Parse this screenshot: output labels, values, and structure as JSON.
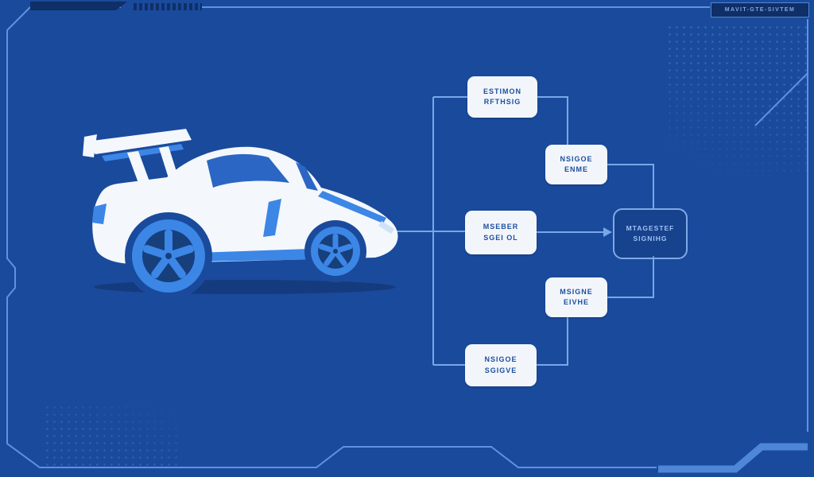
{
  "frame": {
    "top_right_label": "MAVIT-GTE-SIVTEM"
  },
  "car": {
    "illustration": "white-and-blue sports car with large rear wing, blue wheels, facing right"
  },
  "diagram": {
    "nodes": [
      {
        "id": "node-top",
        "line1": "ESTIMON",
        "line2": "RFTHSIG"
      },
      {
        "id": "node-upper-right",
        "line1": "NSIGOE",
        "line2": "ENME"
      },
      {
        "id": "node-middle",
        "line1": "MSEBER",
        "line2": "SGEI OL"
      },
      {
        "id": "node-lower-right",
        "line1": "MSIGNE",
        "line2": "EIVHE"
      },
      {
        "id": "node-bottom",
        "line1": "NSIGOE",
        "line2": "SGIGVE"
      },
      {
        "id": "node-output",
        "line1": "MTAGESTEF",
        "line2": "SIGNIHG"
      }
    ],
    "edges": [
      {
        "from": "car",
        "to": "node-middle"
      },
      {
        "from": "left-bus",
        "to": "node-top"
      },
      {
        "from": "left-bus",
        "to": "node-middle"
      },
      {
        "from": "left-bus",
        "to": "node-bottom"
      },
      {
        "from": "node-top",
        "to": "node-upper-right"
      },
      {
        "from": "node-upper-right",
        "to": "node-output"
      },
      {
        "from": "node-middle",
        "to": "node-output",
        "arrow": true
      },
      {
        "from": "node-bottom",
        "to": "node-lower-right"
      },
      {
        "from": "node-lower-right",
        "to": "node-output"
      }
    ]
  },
  "colors": {
    "background": "#1A4A9C",
    "frame": "#5E93E0",
    "frame_dark": "#0F2F66",
    "wire": "#79A7E8",
    "node_fill": "#F2F6FB",
    "node_text": "#1E4FA0",
    "accent_blue": "#3C86E6",
    "car_body": "#F4F7FB",
    "wheel_dark": "#163F7C"
  }
}
